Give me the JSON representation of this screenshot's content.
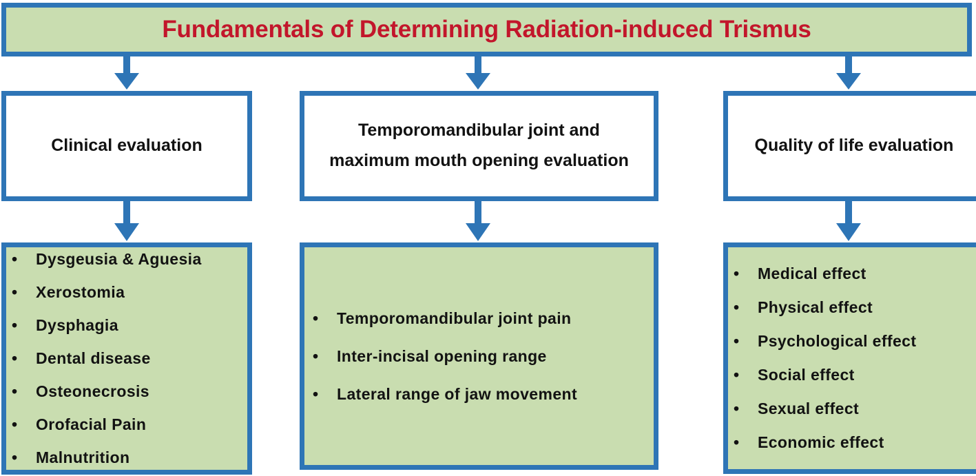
{
  "colors": {
    "border_blue": "#2E75B6",
    "box_green": "#C9DDB0",
    "title_red": "#C2162B",
    "text_black": "#121212",
    "box_white": "#FFFFFF"
  },
  "title": {
    "text": "Fundamentals of Determining Radiation-induced Trismus"
  },
  "categories": [
    {
      "label": "Clinical evaluation"
    },
    {
      "label": "Temporomandibular joint and\nmaximum mouth opening evaluation"
    },
    {
      "label": "Quality of life evaluation"
    }
  ],
  "category_lines": {
    "c2_line1": "Temporomandibular joint and",
    "c2_line2": "maximum mouth opening evaluation"
  },
  "bullet_glyph": "•",
  "lists": {
    "clinical_evaluation": [
      "Dysgeusia  &  Aguesia",
      "Xerostomia",
      "Dysphagia",
      "Dental  disease",
      "Osteonecrosis",
      "Orofacial  Pain",
      "Malnutrition"
    ],
    "tmj_mmo_evaluation": [
      "Temporomandibular  joint pain",
      "Inter-incisal  opening range",
      "Lateral  range of jaw movement"
    ],
    "quality_of_life_evaluation": [
      "Medical effect",
      "Physical  effect",
      "Psychological  effect",
      "Social  effect",
      "Sexual  effect",
      "Economic effect"
    ]
  },
  "arrows": {
    "direction": "down",
    "count": 6,
    "name": "down-arrow"
  }
}
